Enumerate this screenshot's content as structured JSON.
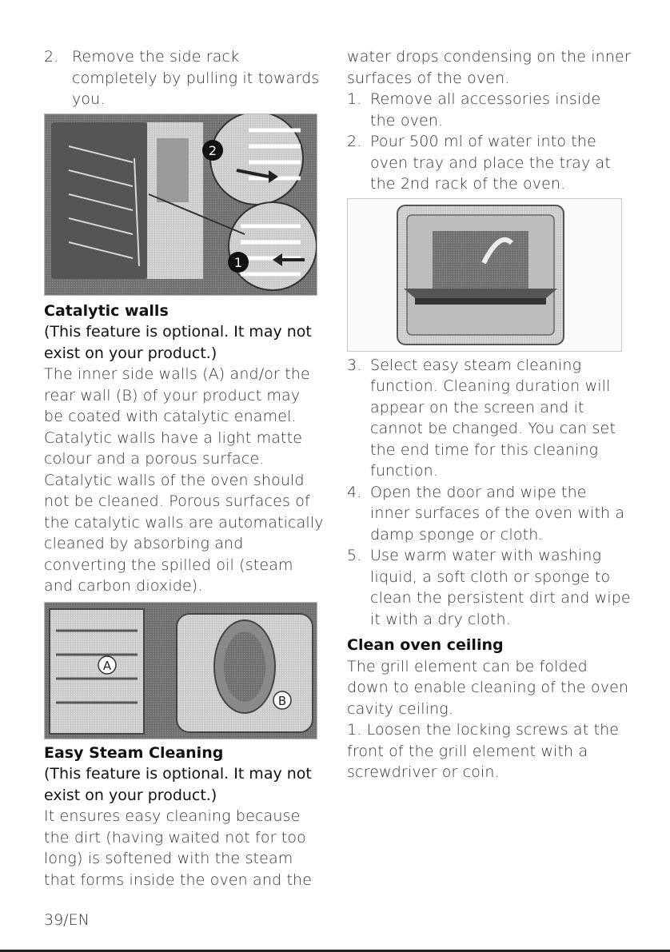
{
  "left": {
    "step2": {
      "num": "2.",
      "text": "Remove the side rack completely by pulling it towards you."
    },
    "figure1": {
      "labels": [
        "2",
        "1"
      ]
    },
    "catalytic": {
      "heading": "Catalytic walls",
      "optional": "(This feature is optional. It may not exist on your product.)",
      "body": "The inner side walls (A) and/or the rear wall (B) of your product may be coated with catalytic enamel. Catalytic walls have a light matte colour and a porous surface. Catalytic walls of the oven should not be cleaned. Porous surfaces of the catalytic walls are automatically cleaned by absorbing and converting the spilled oil (steam and carbon dioxide)."
    },
    "figure2": {
      "labels": [
        "A",
        "B"
      ]
    },
    "steam": {
      "heading": "Easy Steam Cleaning",
      "optional": "(This feature is optional. It may not exist on your product.)",
      "body": "It ensures easy cleaning because the dirt (having waited not for too long) is softened with the steam that forms inside the oven and the"
    }
  },
  "right": {
    "intro": "water drops condensing on the inner surfaces of the oven.",
    "steps_a": [
      {
        "num": "1.",
        "text": "Remove all accessories inside the oven."
      },
      {
        "num": "2.",
        "text": "Pour 500 ml of water into the oven tray and place the tray at the 2nd rack of the oven."
      }
    ],
    "steps_b": [
      {
        "num": "3.",
        "text": "Select easy steam cleaning function. Cleaning duration will appear on the screen and it cannot be changed. You can set the end time for this cleaning function."
      },
      {
        "num": "4.",
        "text": "Open the door and wipe the inner surfaces of the oven with a damp sponge or cloth."
      },
      {
        "num": "5.",
        "text": "Use warm water with washing liquid, a soft cloth or sponge to clean the persistent dirt and wipe it with a dry cloth."
      }
    ],
    "ceiling": {
      "heading": "Clean oven ceiling",
      "body": "The grill element can be folded down to enable cleaning of the oven cavity ceiling.",
      "step1": "1.  Loosen the locking screws at the front of the grill element with a screwdriver or coin."
    }
  },
  "footer": {
    "page": "39/EN"
  }
}
